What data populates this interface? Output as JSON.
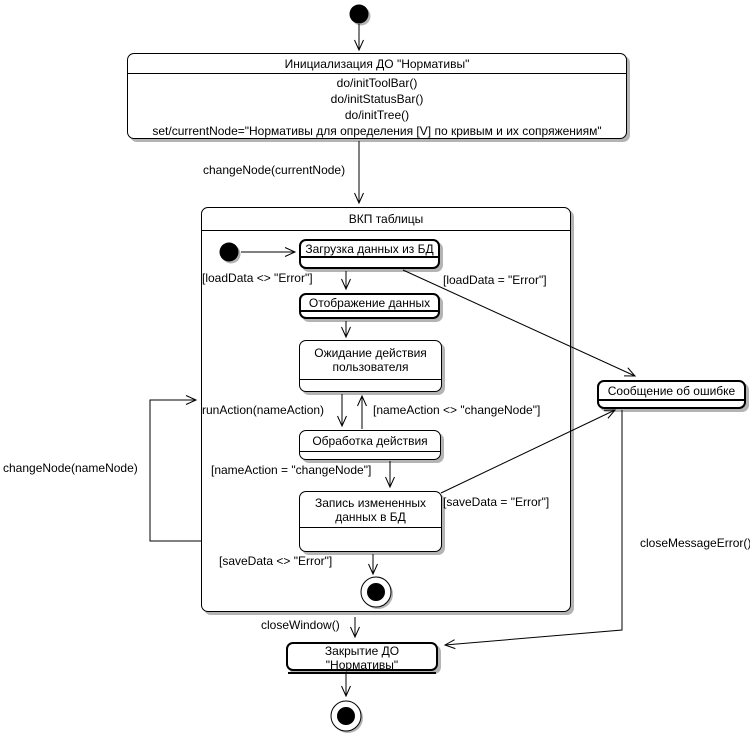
{
  "colors": {
    "line": "#000000",
    "state_fill": "#ffffff",
    "shadow": "#b4b4b4",
    "background": "#ffffff"
  },
  "states": {
    "init": {
      "title": "Инициализация ДО \"Нормативы\"",
      "actions": [
        "do/initToolBar()",
        "do/initStatusBar()",
        "do/initTree()",
        "set/currentNode=\"Нормативы для определения [V] по кривым и их сопряжениям\""
      ]
    },
    "vkp": {
      "title": "ВКП таблицы"
    },
    "load": {
      "title": "Загрузка данных из БД"
    },
    "display": {
      "title": "Отображение данных"
    },
    "wait": {
      "title": "Ожидание действия пользователя"
    },
    "process": {
      "title": "Обработка действия"
    },
    "save": {
      "title": "Запись измененных данных в БД"
    },
    "error": {
      "title": "Сообщение об ошибке"
    },
    "close": {
      "title": "Закрытие ДО \"Нормативы\""
    }
  },
  "transitions": {
    "change_node_current": "changeNode(currentNode)",
    "load_ok": "[loadData <> \"Error\"]",
    "load_error": "[loadData = \"Error\"]",
    "run_action": "runAction(nameAction)",
    "name_action_not_change": "[nameAction <> \"changeNode\"]",
    "name_action_change": "[nameAction = \"changeNode\"]",
    "save_error": "[saveData = \"Error\"]",
    "save_ok": "[saveData <> \"Error\"]",
    "change_node_name": "changeNode(nameNode)",
    "close_window": "closeWindow()",
    "close_message_error": "closeMessageError()"
  }
}
